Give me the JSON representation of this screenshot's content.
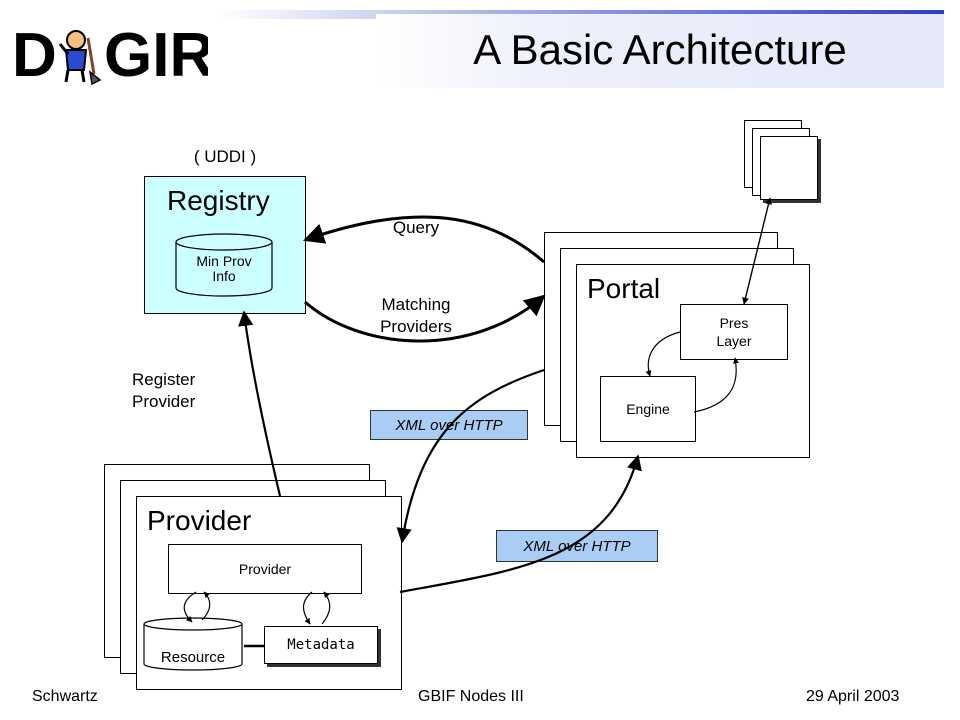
{
  "logo": {
    "text": "DiGIR",
    "icon": "digger-logo"
  },
  "title": "A Basic Architecture",
  "registry": {
    "tag": "( UDDI )",
    "title": "Registry",
    "db_label_line1": "Min Prov",
    "db_label_line2": "Info"
  },
  "portal": {
    "title": "Portal",
    "pres_layer_line1": "Pres",
    "pres_layer_line2": "Layer",
    "engine": "Engine"
  },
  "provider": {
    "title": "Provider",
    "inner": "Provider",
    "resource": "Resource",
    "metadata": "Metadata"
  },
  "labels": {
    "query": "Query",
    "matching_line1": "Matching",
    "matching_line2": "Providers",
    "register_line1": "Register",
    "register_line2": "Provider",
    "xml_upper": "XML over HTTP",
    "xml_lower": "XML over HTTP"
  },
  "footer": {
    "left": "Schwartz",
    "center": "GBIF Nodes III",
    "right": "29 April 2003"
  },
  "colors": {
    "registry_fill": "#ccffff",
    "xml_tag_fill": "#a9cdf5",
    "title_band": "#e4e8f8",
    "logo_blue": "#1f3bb0"
  }
}
